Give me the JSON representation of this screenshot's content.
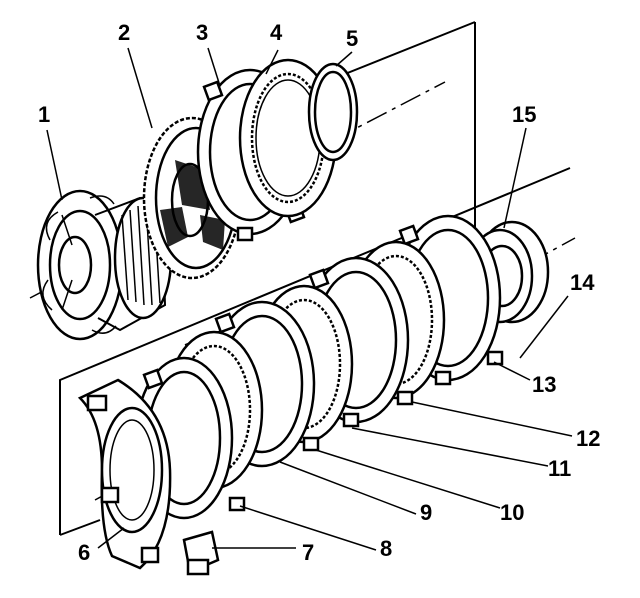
{
  "callouts": [
    "1",
    "2",
    "3",
    "4",
    "5",
    "6",
    "7",
    "8",
    "9",
    "10",
    "11",
    "12",
    "13",
    "14",
    "15"
  ],
  "colors": {
    "ink": "#000000",
    "paper": "#ffffff"
  }
}
